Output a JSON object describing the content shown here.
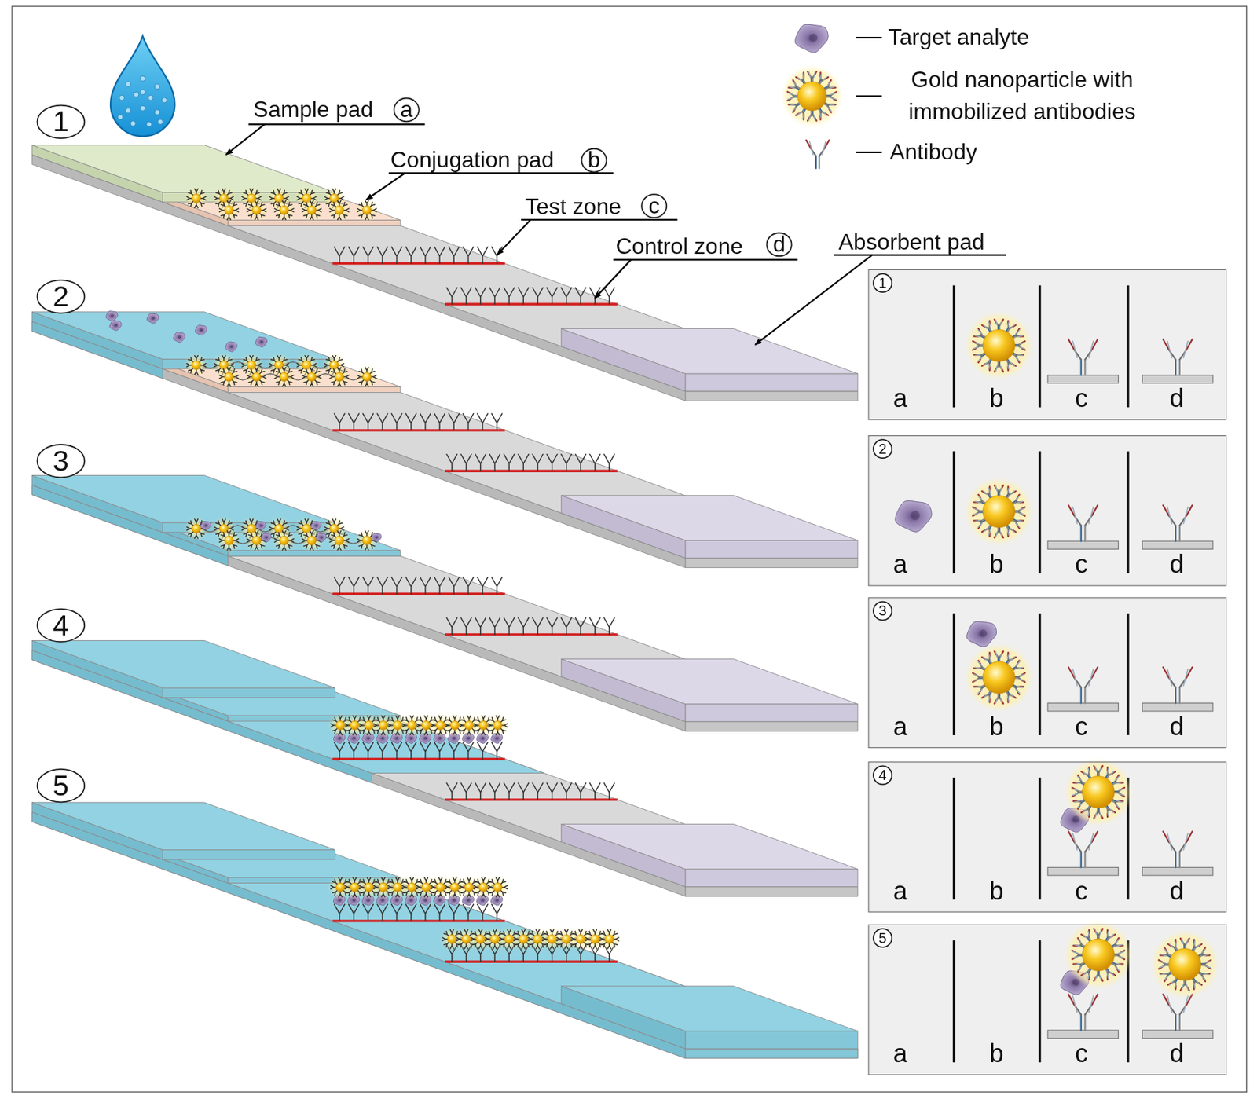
{
  "diagram": {
    "nodes": [
      {
        "text": [
          "1"
        ]
      },
      {
        "text": [
          "2"
        ]
      },
      {
        "text": [
          "3"
        ]
      },
      {
        "text": [
          "4"
        ]
      },
      {
        "text": [
          "5"
        ]
      },
      {
        "text": [
          "a"
        ]
      },
      {
        "text": [
          "b"
        ]
      },
      {
        "text": [
          "c"
        ]
      },
      {
        "text": [
          "d"
        ]
      },
      {
        "text": [
          "a",
          "b",
          "c",
          "d"
        ]
      },
      {
        "text": [
          "1"
        ],
        "in": 9
      },
      {
        "text": [
          "a",
          "b",
          "c",
          "d"
        ]
      },
      {
        "text": [
          "2"
        ],
        "in": 11
      },
      {
        "text": [
          "a",
          "b",
          "c",
          "d"
        ]
      },
      {
        "text": [
          "3"
        ],
        "in": 13
      },
      {
        "text": [
          "a",
          "b",
          "c",
          "d"
        ]
      },
      {
        "text": [
          "4"
        ],
        "in": 15
      },
      {
        "text": [
          "a",
          "b",
          "c",
          "d"
        ]
      },
      {
        "text": [
          "5"
        ],
        "in": 17
      }
    ],
    "labels": [
      "Sample pad",
      "Conjugation pad",
      "Test zone",
      "Control zone",
      "Absorbent pad"
    ],
    "legend": [
      {
        "text": "Target analyte"
      },
      {
        "text": "Gold nanoparticle with immobilized antibodies"
      },
      {
        "text": "Antibody"
      }
    ]
  }
}
